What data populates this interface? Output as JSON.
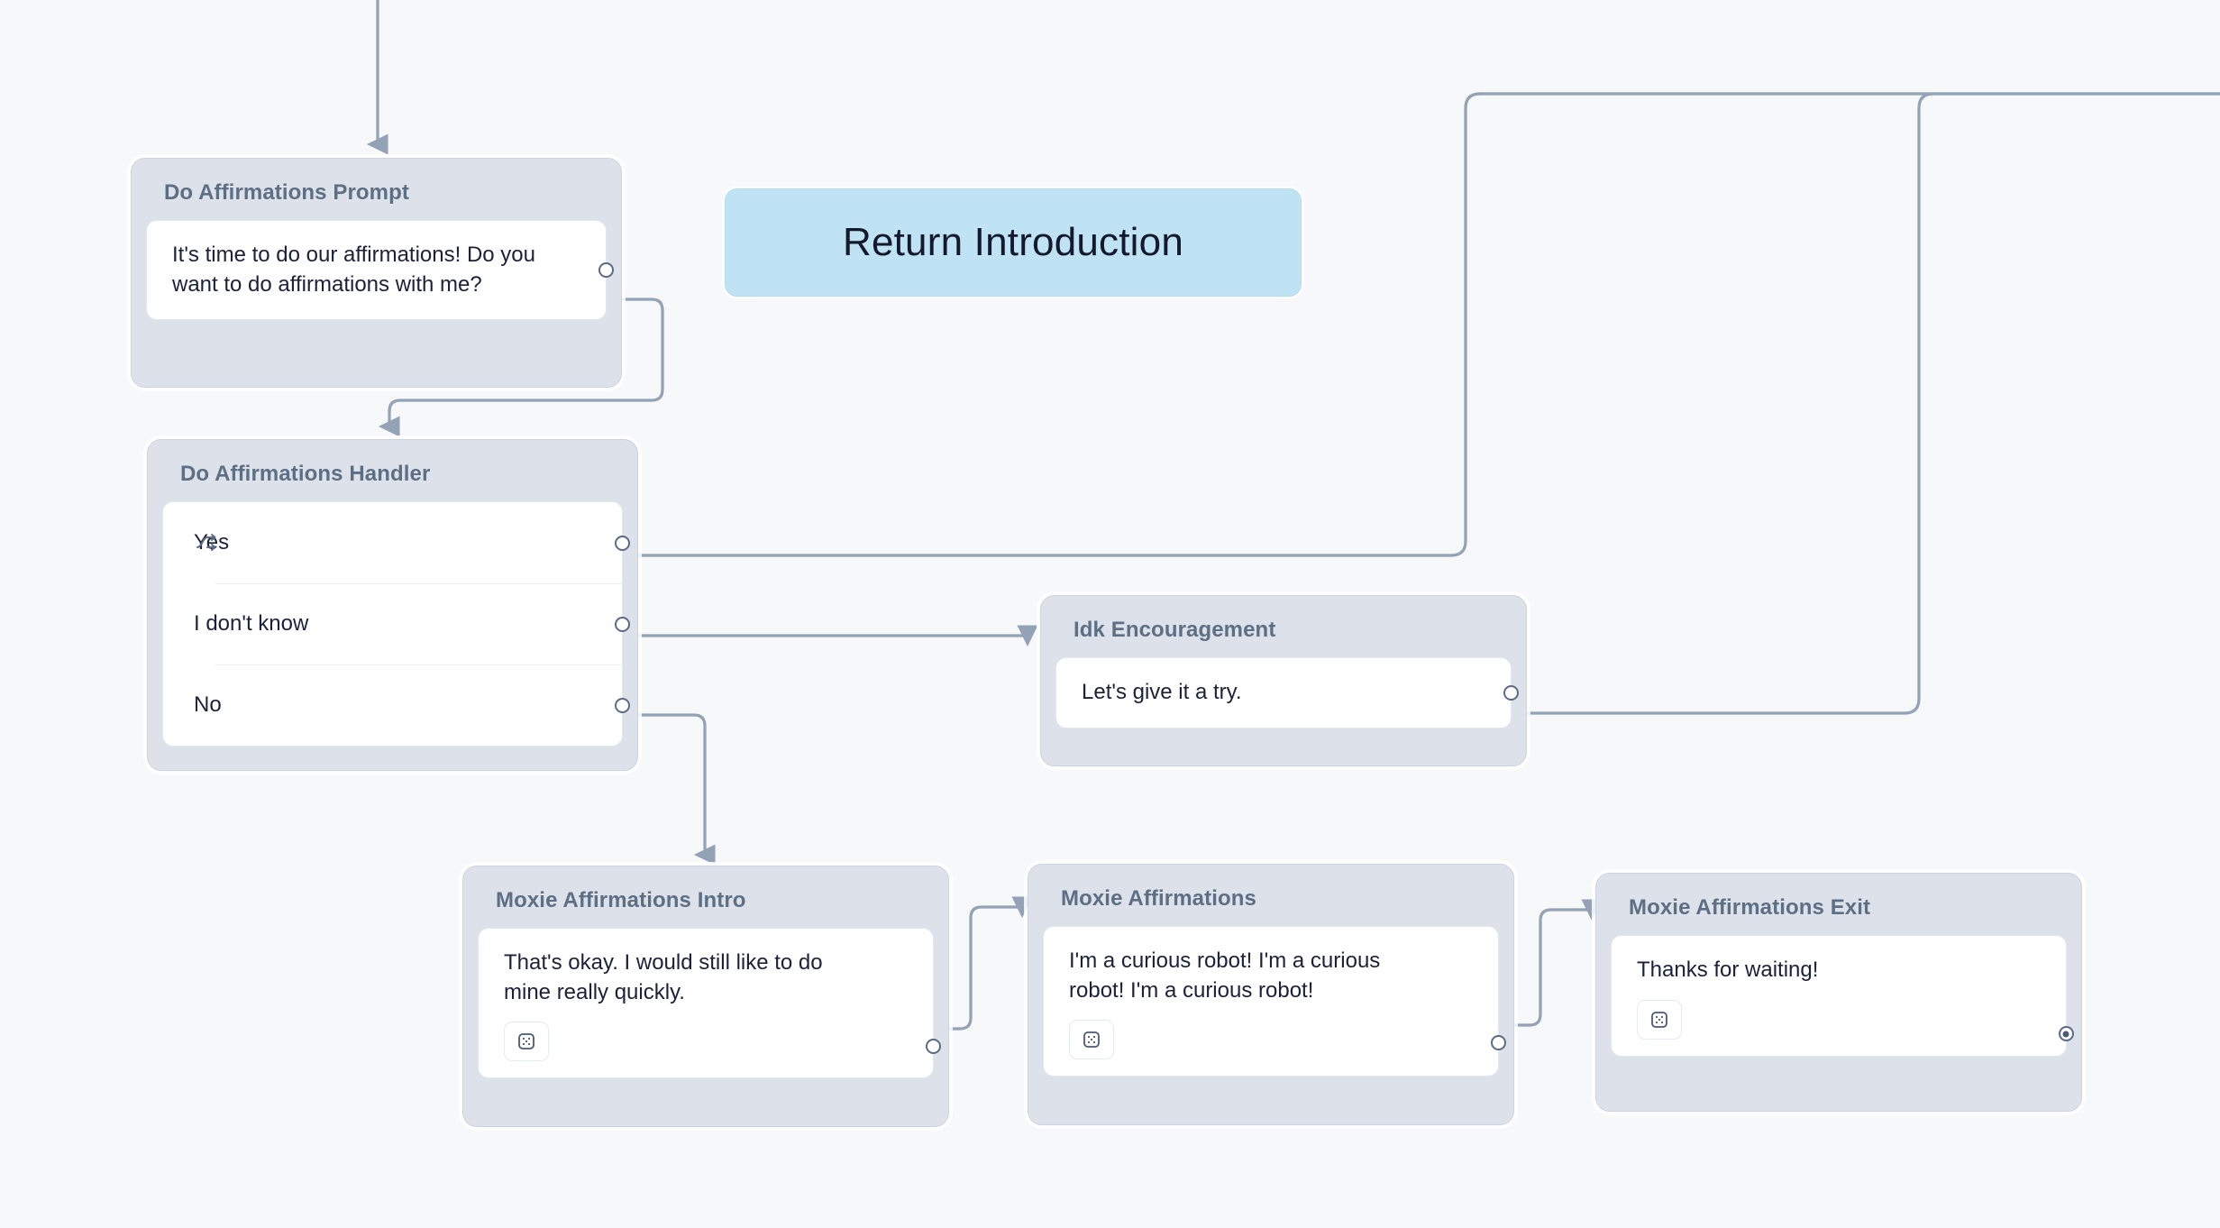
{
  "canvas": {
    "background": "#f7f8f9",
    "edge_color": "#93a2b5",
    "node_header_color": "#dde2ea",
    "node_body_color": "#ffffff",
    "title_color": "#5c6f85",
    "text_color": "#1b2138",
    "banner_color": "#bfe3f5"
  },
  "banner": {
    "label": "Return Introduction"
  },
  "nodes": [
    {
      "id": "do-affirmations-prompt",
      "title": "Do Affirmations Prompt",
      "speech": "It's time to do our affirmations! Do you want to do affirmations with me?",
      "has_dice": false,
      "port": "open"
    },
    {
      "id": "do-affirmations-handler",
      "title": "Do Affirmations Handler",
      "choices": [
        {
          "label": "Yes",
          "icon": "branch-icon",
          "port": "open"
        },
        {
          "label": "I don't know",
          "icon": null,
          "port": "open"
        },
        {
          "label": "No",
          "icon": null,
          "port": "open"
        }
      ]
    },
    {
      "id": "idk-encouragement",
      "title": "Idk Encouragement",
      "speech": "Let's give it a try.",
      "has_dice": false,
      "port": "open"
    },
    {
      "id": "moxie-affirmations-intro",
      "title": "Moxie Affirmations Intro",
      "speech": "That's okay. I would still like to do mine really quickly.",
      "has_dice": true,
      "dice_icon": "dice-five-icon",
      "port": "open"
    },
    {
      "id": "moxie-affirmations",
      "title": "Moxie Affirmations",
      "speech": "I'm a curious robot! I'm a curious robot! I'm a curious robot!",
      "has_dice": true,
      "dice_icon": "dice-five-icon",
      "port": "open"
    },
    {
      "id": "moxie-affirmations-exit",
      "title": "Moxie Affirmations Exit",
      "speech": "Thanks for waiting!",
      "has_dice": true,
      "dice_icon": "dice-five-icon",
      "port": "filled"
    }
  ]
}
